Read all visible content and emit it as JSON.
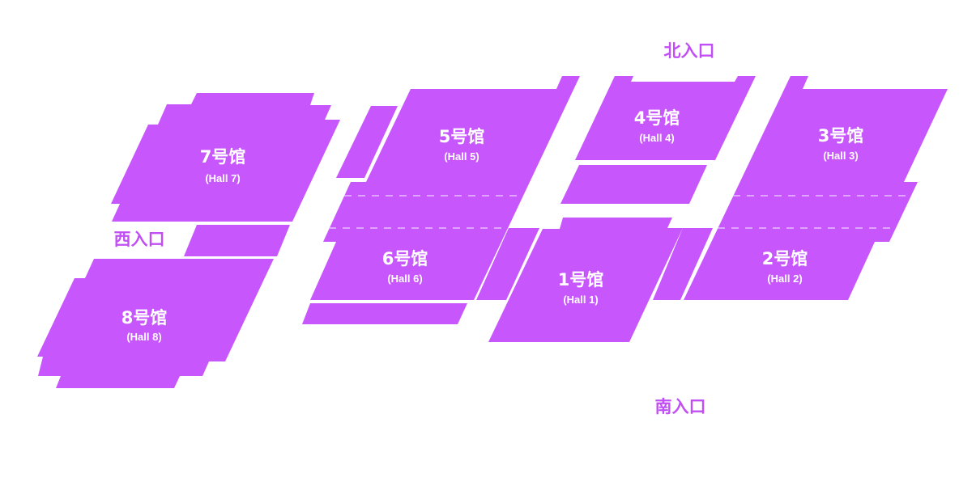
{
  "colors": {
    "hall": "#c756fc",
    "entrance_label": "#c14ff5",
    "hall_text": "#ffffff"
  },
  "entrances": {
    "north": "北入口",
    "west": "西入口",
    "south": "南入口"
  },
  "halls": {
    "hall1": {
      "name": "1号馆",
      "sub": "(Hall 1)"
    },
    "hall2": {
      "name": "2号馆",
      "sub": "(Hall 2)"
    },
    "hall3": {
      "name": "3号馆",
      "sub": "(Hall 3)"
    },
    "hall4": {
      "name": "4号馆",
      "sub": "(Hall 4)"
    },
    "hall5": {
      "name": "5号馆",
      "sub": "(Hall 5)"
    },
    "hall6": {
      "name": "6号馆",
      "sub": "(Hall 6)"
    },
    "hall7": {
      "name": "7号馆",
      "sub": "(Hall 7)"
    },
    "hall8": {
      "name": "8号馆",
      "sub": "(Hall 8)"
    }
  }
}
